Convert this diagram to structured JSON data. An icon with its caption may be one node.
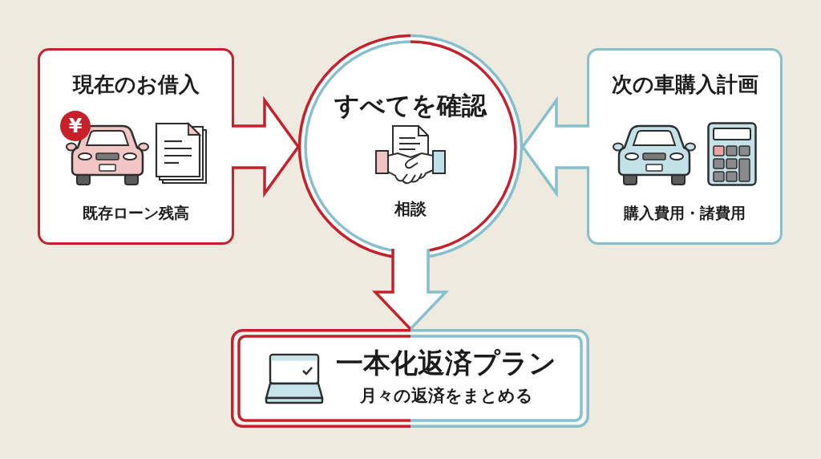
{
  "diagram": {
    "nodes": [
      {
        "text": [
          "現在のお借入",
          "既存ローン残高"
        ]
      },
      {
        "text": [
          "すべてを確認",
          "相談"
        ]
      },
      {
        "text": [
          "次の車購入計画",
          "購入費用・諸費用"
        ]
      },
      {
        "text": [
          "一本化返済プラン",
          "月々の返済をまとめる"
        ]
      }
    ],
    "edges": [
      {
        "from": 0,
        "to": 1,
        "arrow": "to",
        "color": "#c8202b"
      },
      {
        "from": 2,
        "to": 1,
        "arrow": "to",
        "color": "#86bfcd"
      },
      {
        "from": 1,
        "to": 3,
        "arrow": "to"
      }
    ],
    "labels": [
      "¥"
    ]
  }
}
